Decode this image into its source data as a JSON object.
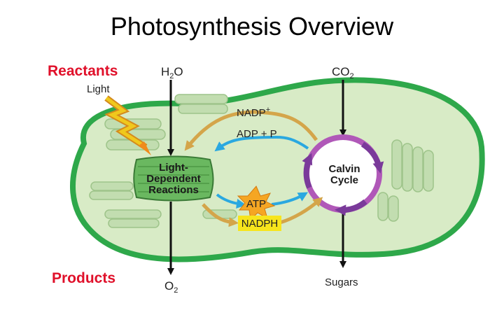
{
  "title": "Photosynthesis Overview",
  "labels": {
    "reactants": "Reactants",
    "products": "Products",
    "light": "Light"
  },
  "molecules": {
    "h2o_main": "H",
    "h2o_sub": "2",
    "h2o_tail": "O",
    "co2_main": "CO",
    "co2_sub": "2",
    "o2_main": "O",
    "o2_sub": "2",
    "sugars": "Sugars",
    "nadp_main": "NADP",
    "nadp_sup": "+",
    "adp_p": "ADP + P",
    "atp": "ATP",
    "nadph": "NADPH"
  },
  "stages": {
    "light_line1": "Light-",
    "light_line2": "Dependent",
    "light_line3": "Reactions",
    "calvin_line1": "Calvin",
    "calvin_line2": "Cycle"
  },
  "colors": {
    "cell_border": "#2ea84a",
    "cell_fill": "#d8ebc6",
    "stage_box": "#6ab860",
    "orange_arrow": "#d4a54a",
    "blue_arrow": "#2aa8e0",
    "calvin_ring": "#b058b8",
    "calvin_arrow": "#7a3a9a",
    "atp_star": "#f5a623",
    "nadph_box": "#f7e51c",
    "light_bolt": "#f0c81c",
    "label_red": "#e0102a"
  }
}
